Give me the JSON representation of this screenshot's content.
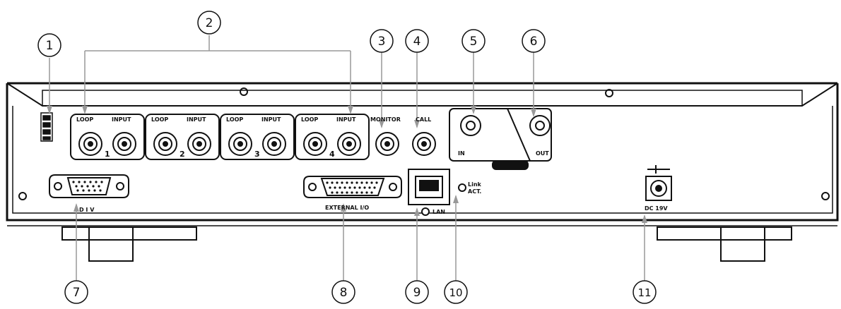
{
  "callouts": [
    "1",
    "2",
    "3",
    "4",
    "5",
    "6",
    "7",
    "8",
    "9",
    "10",
    "11"
  ],
  "channels": [
    {
      "loop": "LOOP",
      "input": "INPUT",
      "number": "1"
    },
    {
      "loop": "LOOP",
      "input": "INPUT",
      "number": "2"
    },
    {
      "loop": "LOOP",
      "input": "INPUT",
      "number": "3"
    },
    {
      "loop": "LOOP",
      "input": "INPUT",
      "number": "4"
    }
  ],
  "labels": {
    "monitor": "MONITOR",
    "call": "CALL",
    "rf_in": "IN",
    "rf_out": "OUT",
    "dvi": "D I V",
    "external_io": "EXTERNAL I/O",
    "lan": "LAN",
    "link_act_1": "Link",
    "link_act_2": "ACT.",
    "dc": "DC 19V"
  }
}
